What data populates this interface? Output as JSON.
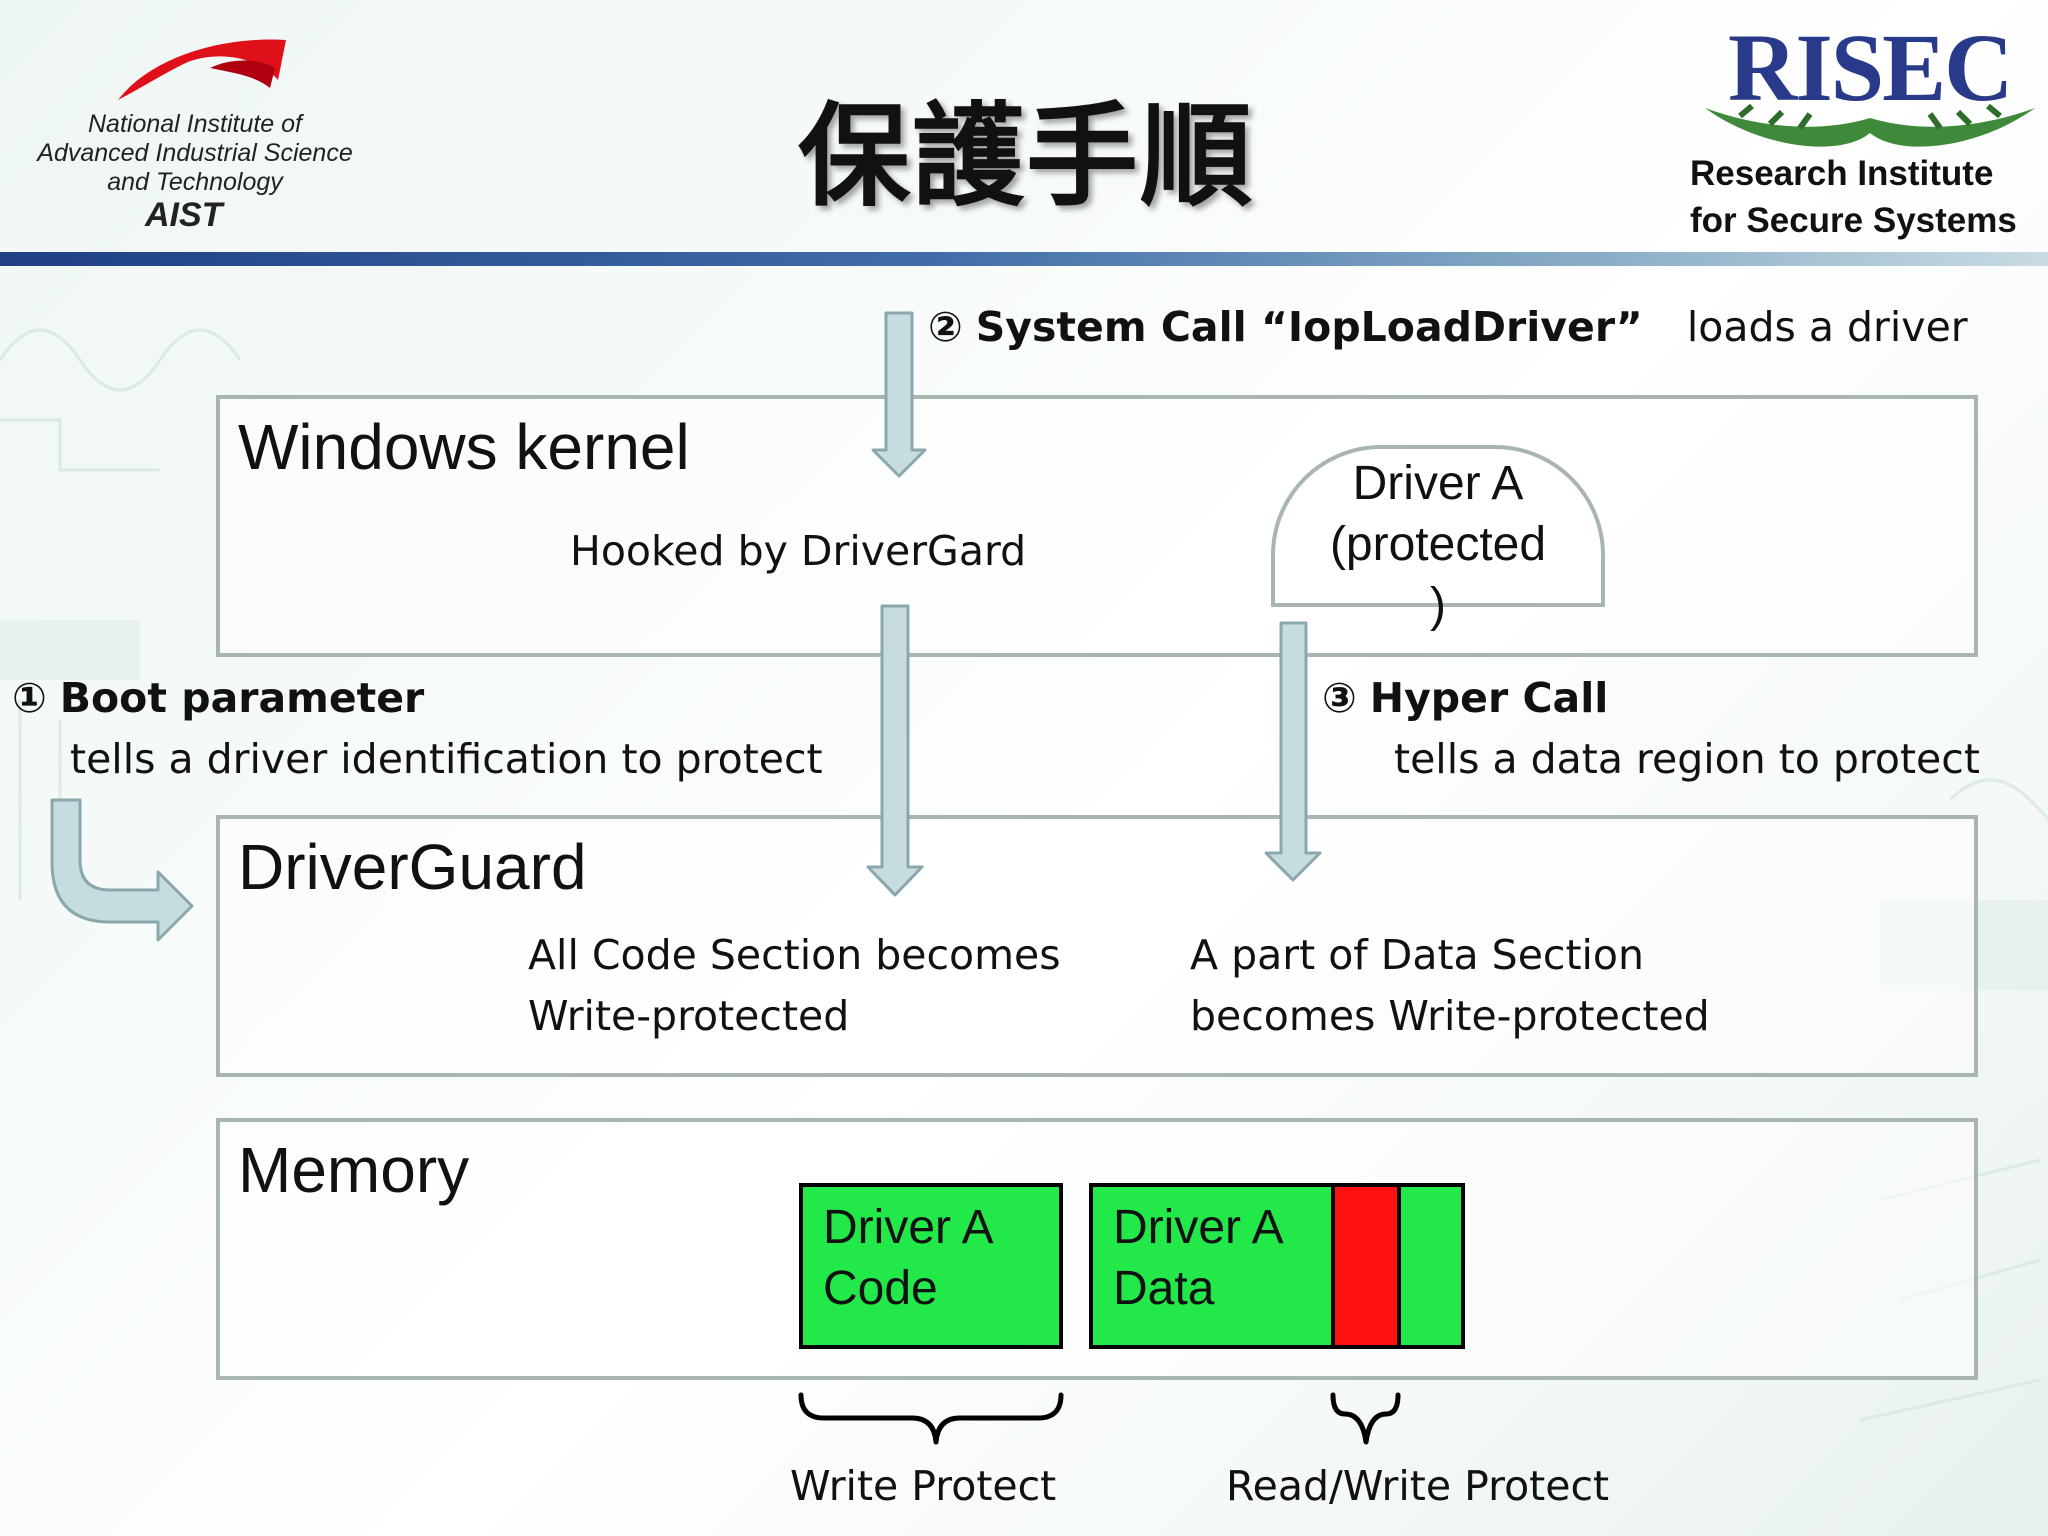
{
  "header": {
    "aist_lines": [
      "National Institute of",
      "Advanced Industrial Science",
      "and Technology"
    ],
    "aist_word": "AIST",
    "title": "保護手順",
    "risec_word": "RISEC",
    "risec_lines": [
      "Research Institute",
      "for Secure Systems"
    ]
  },
  "step2": {
    "number": "②",
    "label": "System Call “IopLoadDriver”",
    "desc": "loads a driver"
  },
  "kernel_box": {
    "title": "Windows kernel",
    "hook_text": "Hooked by DriverGard"
  },
  "driver_a_protected": [
    "Driver A",
    "(protected",
    ")"
  ],
  "step1": {
    "number": "①",
    "label": "Boot parameter",
    "desc": "tells a driver identification to protect"
  },
  "step3": {
    "number": "③",
    "label": "Hyper Call",
    "desc": "tells a data region to protect"
  },
  "driverguard_box": {
    "title": "DriverGuard",
    "code_lines": [
      "All Code Section becomes",
      "Write-protected"
    ],
    "data_lines": [
      "A part of Data Section",
      "becomes Write-protected"
    ]
  },
  "memory_box": {
    "title": "Memory",
    "code_block": [
      "Driver A",
      "Code"
    ],
    "data_block": [
      "Driver A",
      "Data"
    ]
  },
  "brace_labels": {
    "write": "Write Protect",
    "read_write": "Read/Write Protect"
  },
  "colors": {
    "block_green": "#22e84a",
    "protected_red": "#ff1010",
    "arrow_fill": "#c6dcdf",
    "arrow_stroke": "#8aa7ab",
    "box_border": "#a9b5b2"
  }
}
